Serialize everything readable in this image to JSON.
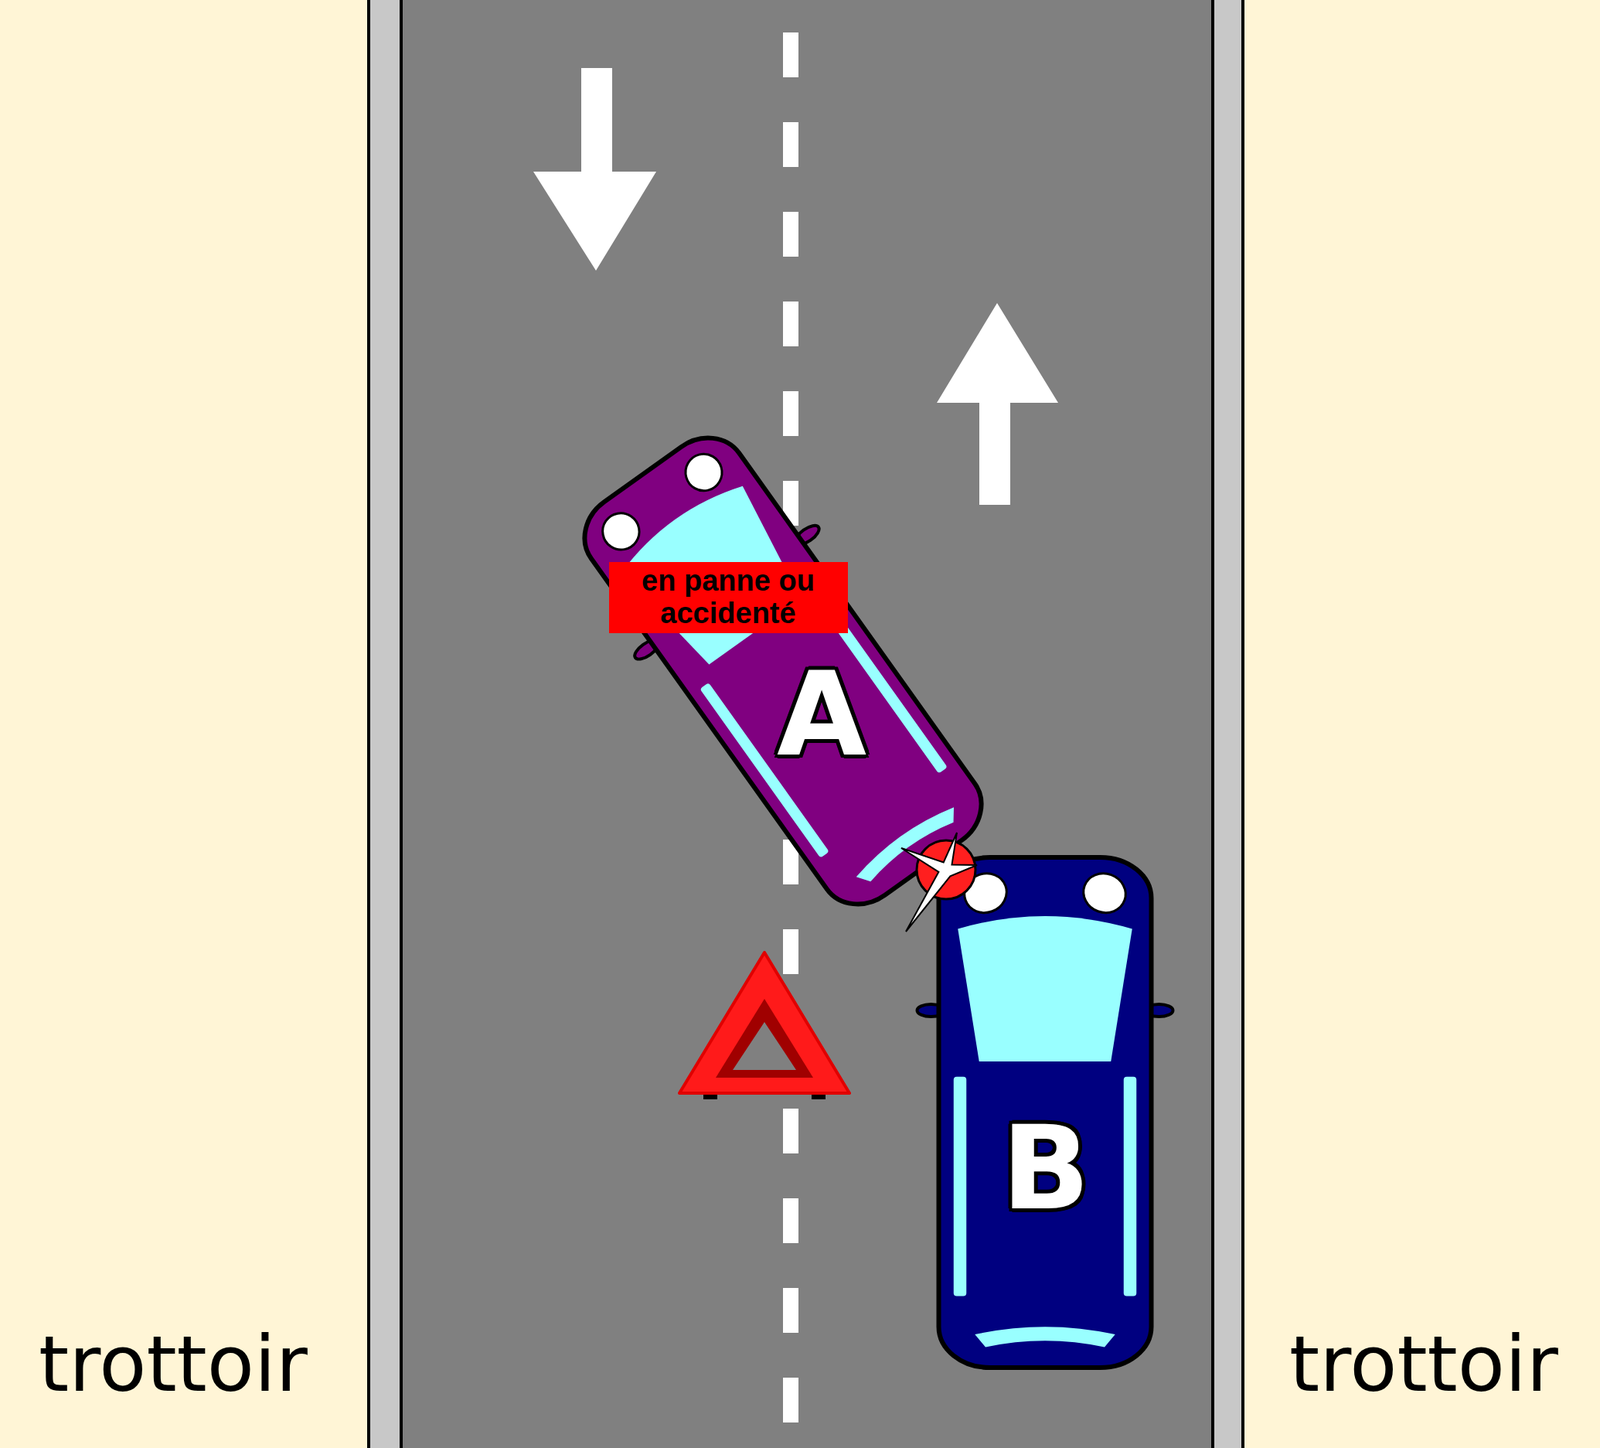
{
  "diagram": {
    "nodes": [
      {
        "text": [
          "A"
        ]
      },
      {
        "text": [
          "en panne ou accidenté"
        ],
        "in": 0
      },
      {
        "text": [
          "B"
        ]
      },
      {
        "text": [
          "trottoir"
        ]
      },
      {
        "text": [
          "trottoir"
        ]
      }
    ]
  }
}
